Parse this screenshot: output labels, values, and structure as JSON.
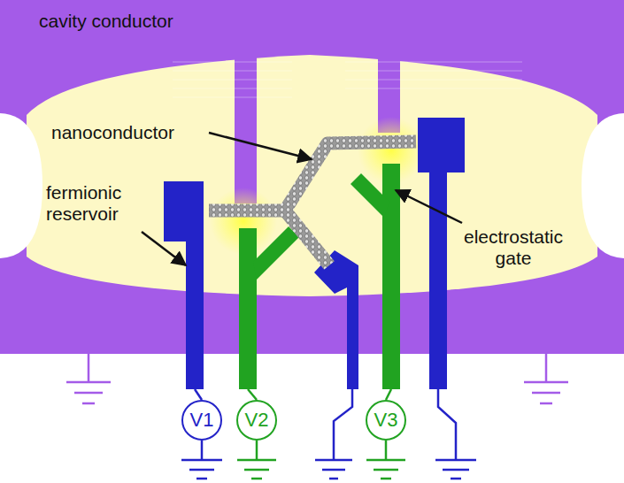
{
  "diagram": {
    "nodes": [
      {
        "text": [
          "V1"
        ]
      },
      {
        "text": [
          "V2"
        ]
      },
      {
        "text": [
          "V3"
        ]
      }
    ],
    "labels": [
      "cavity conductor",
      "nanoconductor",
      "fermionic reservoir",
      "electrostatic gate"
    ]
  }
}
